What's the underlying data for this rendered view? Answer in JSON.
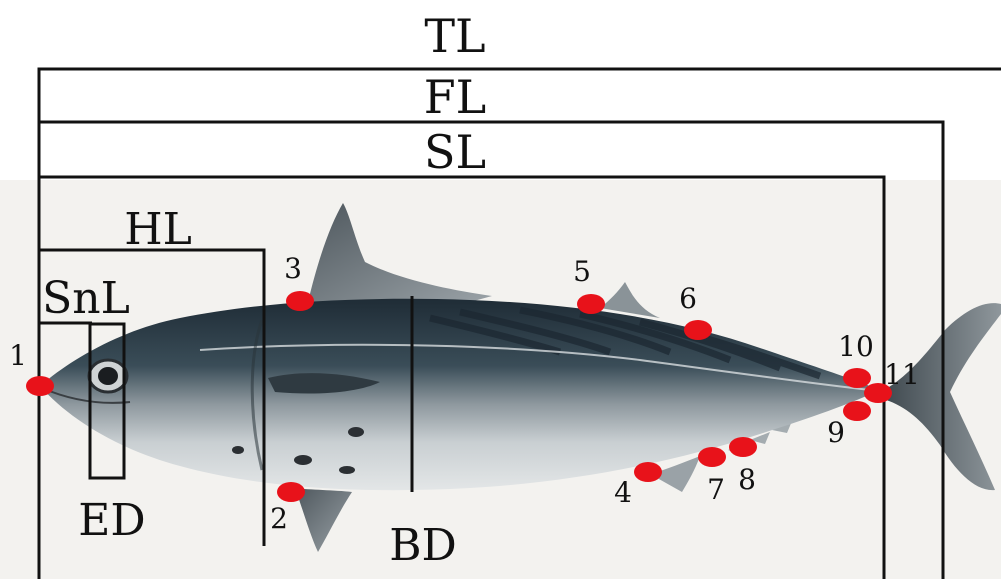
{
  "measurements": {
    "tl": "TL",
    "fl": "FL",
    "sl": "SL",
    "hl": "HL",
    "snl": "SnL",
    "ed": "ED",
    "bd": "BD"
  },
  "landmarks": [
    "1",
    "2",
    "3",
    "4",
    "5",
    "6",
    "7",
    "8",
    "9",
    "10",
    "11"
  ],
  "colors": {
    "landmark": "#e8121a",
    "line": "#111111",
    "fish_back": "#2b3a44",
    "fish_belly": "#cdd3d6",
    "fin": "#7a8288"
  }
}
